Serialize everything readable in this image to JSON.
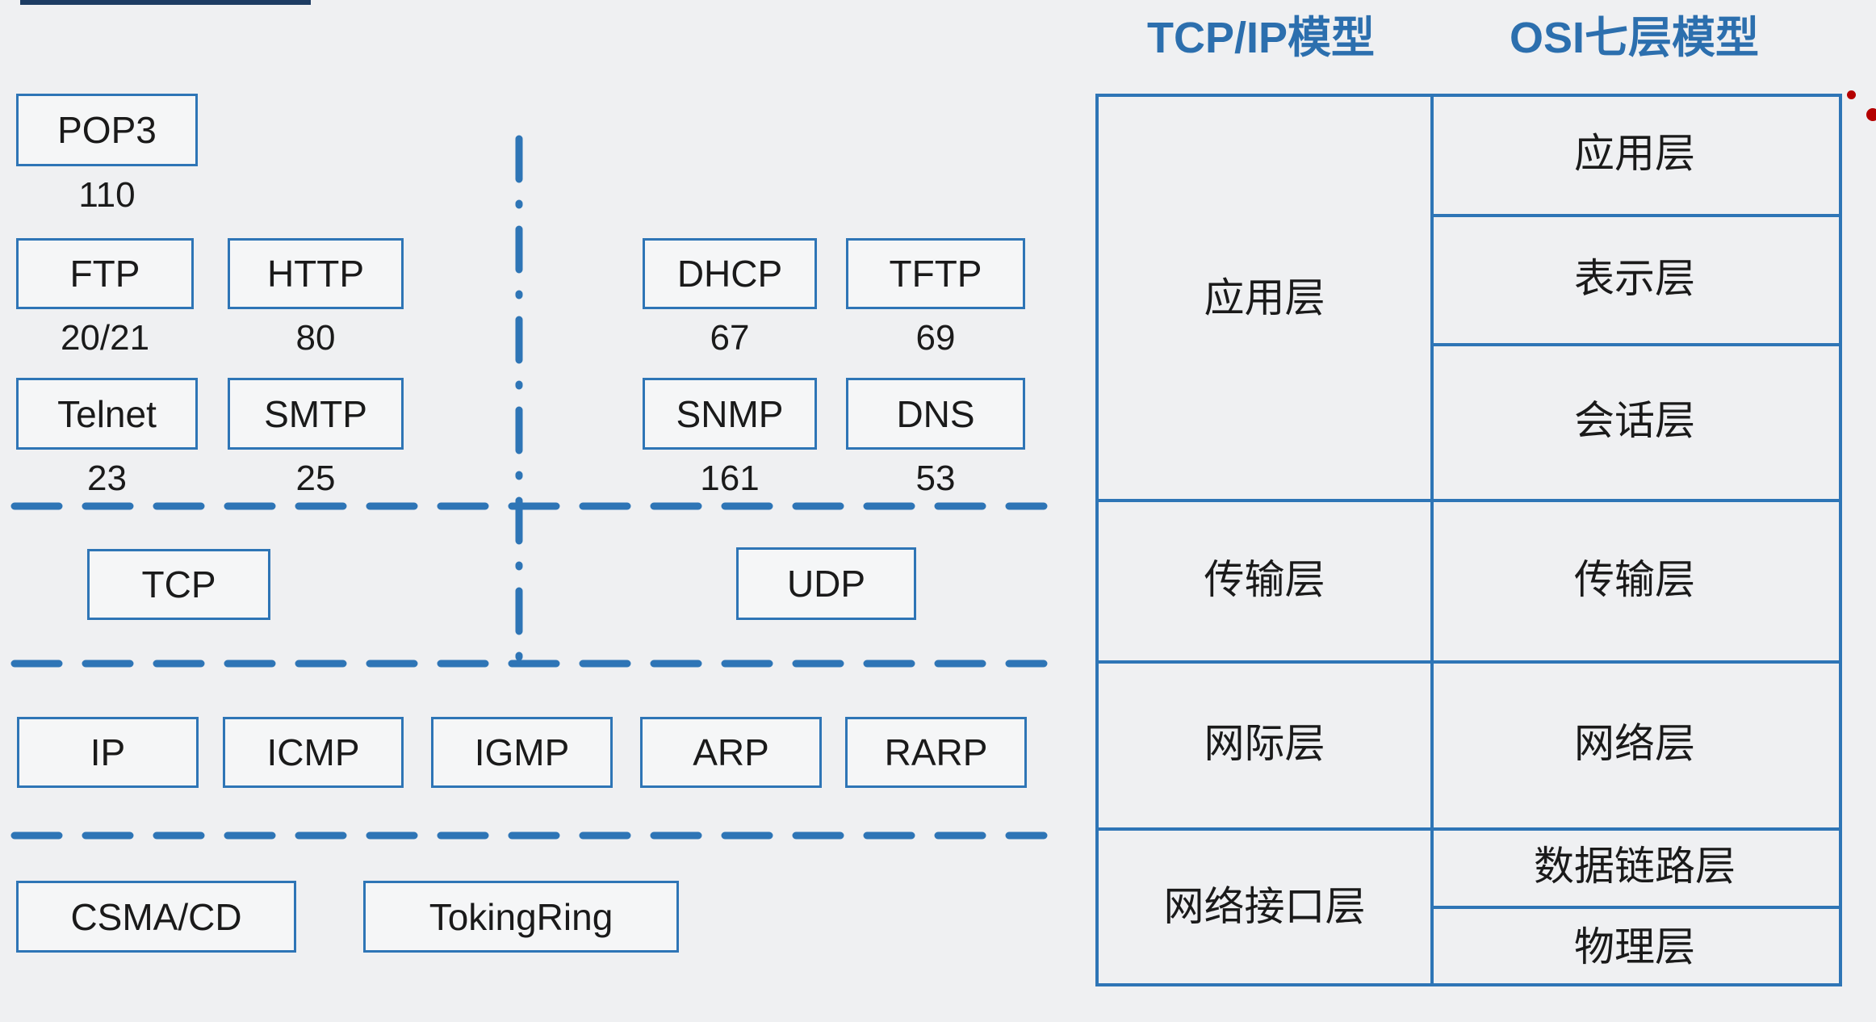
{
  "colors": {
    "accent": "#2e75b6",
    "header_text": "#2c6fae",
    "ink": "#1a1a1a",
    "bg": "#eff0f2",
    "box_fill": "#f5f6f7",
    "topbar": "#1d3c63",
    "red_dot": "#b40000"
  },
  "protocols": {
    "pop3": {
      "label": "POP3",
      "port": "110"
    },
    "ftp": {
      "label": "FTP",
      "port": "20/21"
    },
    "http": {
      "label": "HTTP",
      "port": "80"
    },
    "dhcp": {
      "label": "DHCP",
      "port": "67"
    },
    "tftp": {
      "label": "TFTP",
      "port": "69"
    },
    "telnet": {
      "label": "Telnet",
      "port": "23"
    },
    "smtp": {
      "label": "SMTP",
      "port": "25"
    },
    "snmp": {
      "label": "SNMP",
      "port": "161"
    },
    "dns": {
      "label": "DNS",
      "port": "53"
    },
    "tcp": {
      "label": "TCP"
    },
    "udp": {
      "label": "UDP"
    },
    "ip": {
      "label": "IP"
    },
    "icmp": {
      "label": "ICMP"
    },
    "igmp": {
      "label": "IGMP"
    },
    "arp": {
      "label": "ARP"
    },
    "rarp": {
      "label": "RARP"
    },
    "csma_cd": {
      "label": "CSMA/CD"
    },
    "toking_ring": {
      "label": "TokingRing"
    }
  },
  "model_table": {
    "tcpip_header": "TCP/IP模型",
    "osi_header": "OSI七层模型",
    "tcpip_rows": [
      "应用层",
      "传输层",
      "网际层",
      "网络接口层"
    ],
    "osi_rows": [
      "应用层",
      "表示层",
      "会话层",
      "传输层",
      "网络层",
      "数据链路层",
      "物理层"
    ]
  }
}
